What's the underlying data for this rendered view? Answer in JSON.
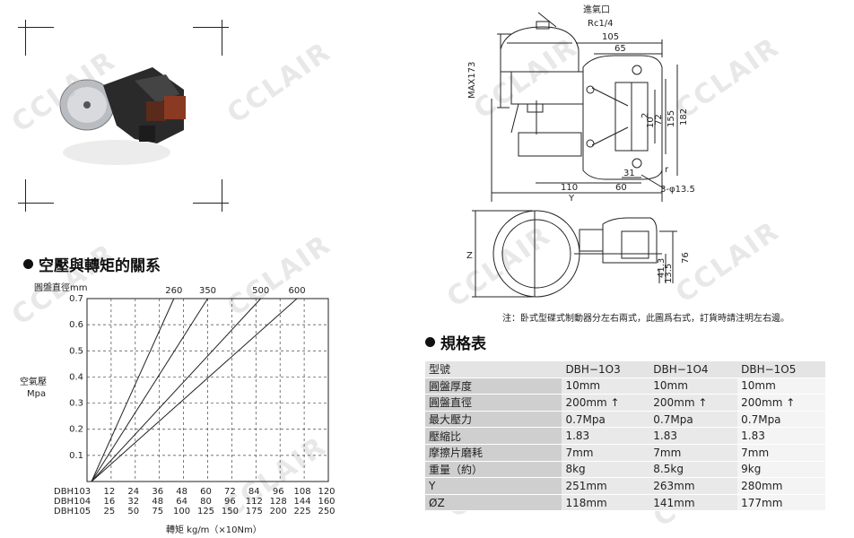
{
  "watermark": "CCLAIR",
  "relation_title": "空壓與轉矩的關系",
  "spec_title": "規格表",
  "note": "注：卧式型碟式制動器分左右兩式，此圖爲右式，訂貨時請注明左右邊。",
  "drawing_labels": {
    "inlet": "進氣口",
    "rc": "Rc1/4",
    "d105": "105",
    "d65": "65",
    "max173": "MAX173",
    "d2": "2",
    "d10": "10",
    "d72": "72",
    "d155": "155",
    "d182": "182",
    "d31": "31",
    "d110": "110",
    "d60": "60",
    "y": "Y",
    "hole": "3-φ13.5",
    "z": "Z",
    "d135": "13.5",
    "d413": "41.3",
    "d76": "76",
    "r": "r"
  },
  "chart_data": {
    "type": "line",
    "title": "",
    "ylabel": "空氣壓",
    "yunit": "Mpa",
    "xlabel": "轉矩  kg/m（×10Nm）",
    "disc_label": "圓盤直徑mm",
    "ylim": [
      0,
      0.7
    ],
    "yticks": [
      "0.7",
      "0.6",
      "0.5",
      "0.4",
      "0.3",
      "0.2",
      "0.1"
    ],
    "ytick_values": [
      0.7,
      0.6,
      0.5,
      0.4,
      0.3,
      0.2,
      0.1
    ],
    "x_rows": [
      {
        "name": "DBH103",
        "values": [
          "12",
          "24",
          "36",
          "48",
          "60",
          "72",
          "84",
          "96",
          "108",
          "120"
        ]
      },
      {
        "name": "DBH104",
        "values": [
          "16",
          "32",
          "48",
          "64",
          "80",
          "96",
          "112",
          "128",
          "144",
          "160"
        ]
      },
      {
        "name": "DBH105",
        "values": [
          "25",
          "50",
          "75",
          "100",
          "125",
          "150",
          "175",
          "200",
          "225",
          "250"
        ]
      }
    ],
    "series": [
      {
        "name": "260",
        "end_x_index": 3.6
      },
      {
        "name": "350",
        "end_x_index": 5.0
      },
      {
        "name": "500",
        "end_x_index": 7.2
      },
      {
        "name": "600",
        "end_x_index": 8.7
      }
    ],
    "grid": true
  },
  "spec_table": {
    "header": [
      "型號",
      "DBH−1O3",
      "DBH−1O4",
      "DBH−1O5"
    ],
    "rows": [
      [
        "圓盤厚度",
        "10mm",
        "10mm",
        "10mm"
      ],
      [
        "圓盤直徑",
        "200mm ↑",
        "200mm ↑",
        "200mm ↑"
      ],
      [
        "最大壓力",
        "0.7Mpa",
        "0.7Mpa",
        "0.7Mpa"
      ],
      [
        "壓縮比",
        "1.83",
        "1.83",
        "1.83"
      ],
      [
        "摩擦片磨耗",
        "7mm",
        "7mm",
        "7mm"
      ],
      [
        "重量（約）",
        "8kg",
        "8.5kg",
        "9kg"
      ],
      [
        "Y",
        "251mm",
        "263mm",
        "280mm"
      ],
      [
        "ØZ",
        "118mm",
        "141mm",
        "177mm"
      ]
    ]
  }
}
